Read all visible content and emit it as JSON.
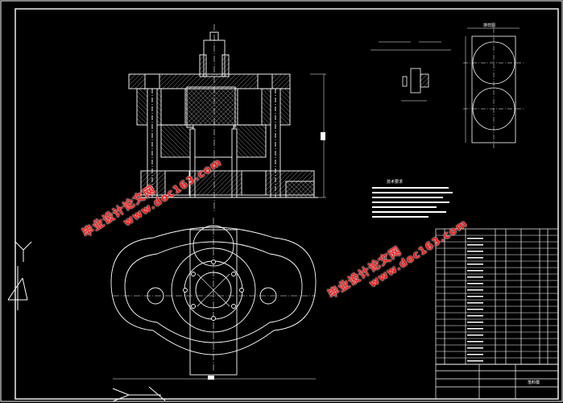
{
  "drawing": {
    "colors": {
      "background": "#000000",
      "lines": "#ffffff",
      "watermark": "#ff2020",
      "hatch": "#dddddd"
    },
    "tech_requirements_title": "技术要求",
    "detail_title": "排样图",
    "title_block_name": "落料模"
  },
  "watermarks": [
    {
      "cn": "毕业设计论文网",
      "url": "www.doc163.com"
    },
    {
      "cn": "毕业设计论文网",
      "url": "www.doc163.com"
    }
  ]
}
